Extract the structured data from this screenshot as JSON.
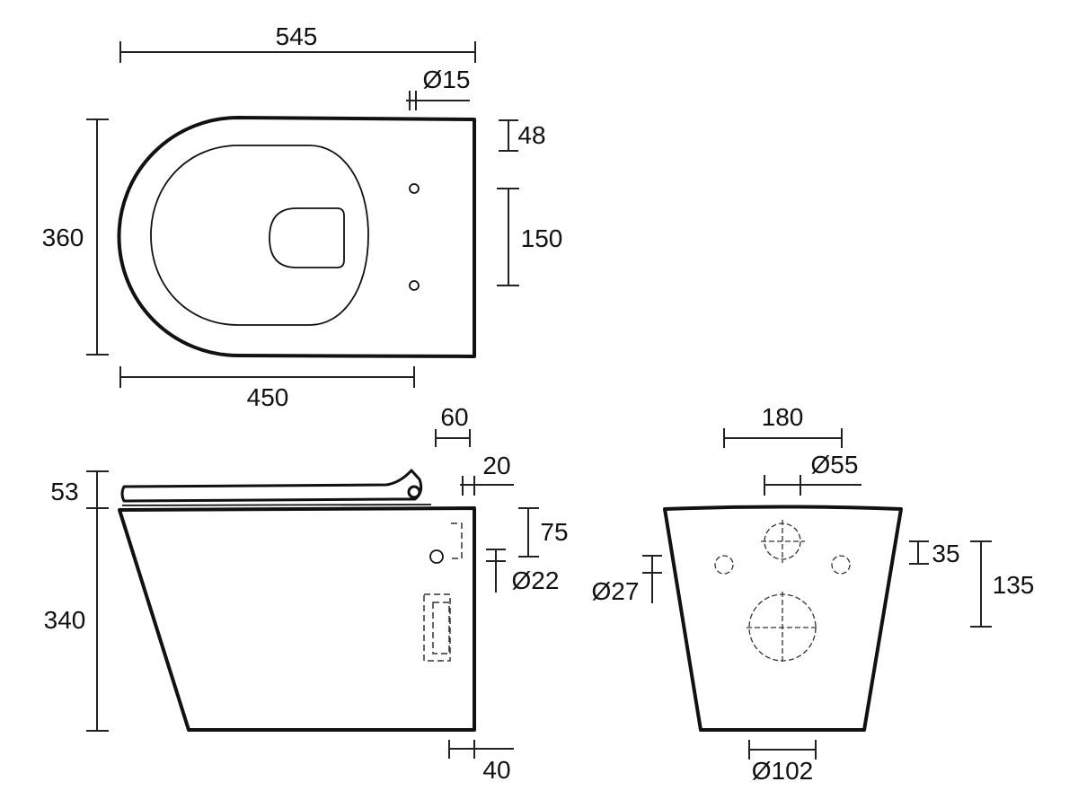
{
  "drawing": {
    "top_view": {
      "length_overall": "545",
      "fixing_hole_diameter": "Ø15",
      "hole_offset": "48",
      "hole_spacing": "150",
      "width": "360",
      "length_to_holes": "450"
    },
    "side_view": {
      "seat_hinge_offset": "60",
      "hinge_inset": "20",
      "seat_height": "53",
      "body_height": "340",
      "inlet_height": "75",
      "inlet_diameter": "Ø22",
      "base_inset": "40"
    },
    "rear_view": {
      "width_between_holes": "180",
      "inlet_diameter": "Ø55",
      "fixing_offset": "35",
      "outlet_height": "135",
      "fixing_diameter": "Ø27",
      "outlet_diameter": "Ø102"
    }
  }
}
